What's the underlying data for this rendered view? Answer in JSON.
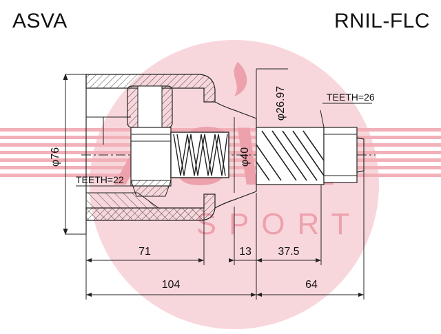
{
  "header": {
    "brand": "ASVA",
    "part_number": "RNIL-FLC"
  },
  "watermark": {
    "line1": "ASVA",
    "line2": "SPORT",
    "color": "#e0556a"
  },
  "drawing": {
    "line_color": "#222222",
    "hatch_color": "#444444",
    "dim_outer_diameter": "φ76",
    "dim_inner_diameter": "φ40",
    "dim_shaft_diameter": "φ26.97",
    "teeth_inner": "TEETH=22",
    "teeth_outer": "TEETH=26",
    "dim_71": "71",
    "dim_13": "13",
    "dim_37_5": "37.5",
    "dim_104": "104",
    "dim_64": "64"
  }
}
